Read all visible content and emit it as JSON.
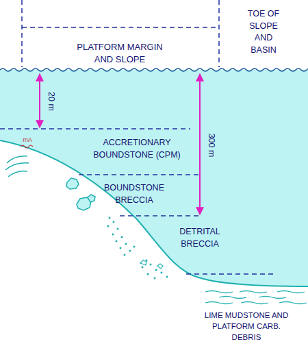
{
  "diagram": {
    "labels": [
      "PLATFORM MARGIN AND SLOPE",
      "TOE OF SLOPE AND BASIN",
      "20 m",
      "300 m",
      "mA",
      "ACCRETIONARY BOUNDSTONE (CPM)",
      "BOUNDSTONE BRECCIA",
      "DETRITAL BRECCIA",
      "LIME MUDSTONE AND PLATFORM CARB. DEBRIS"
    ]
  }
}
